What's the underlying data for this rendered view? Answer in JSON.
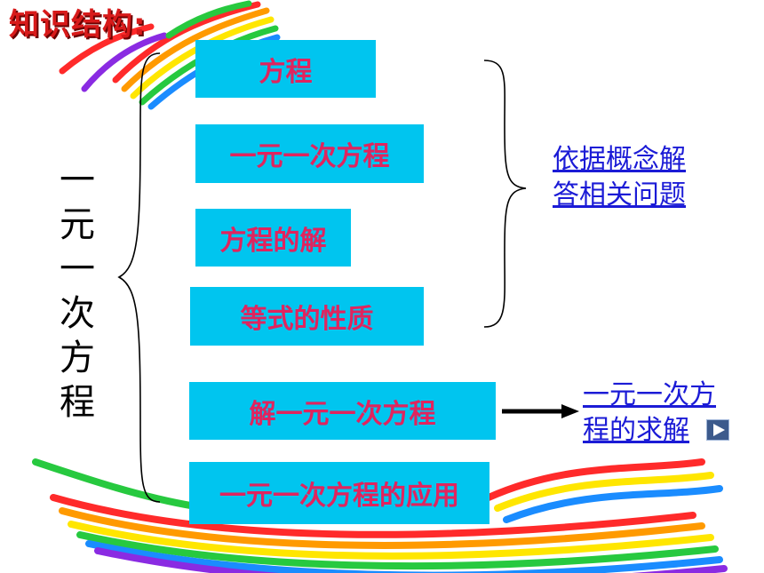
{
  "title": "知识结构:",
  "topic_vertical": "一元一次方程",
  "boxes": [
    {
      "label": "方程"
    },
    {
      "label": "一元一次方程"
    },
    {
      "label": "方程的解"
    },
    {
      "label": "等式的性质"
    },
    {
      "label": "解一元一次方程"
    },
    {
      "label": "一元一次方程的应用"
    }
  ],
  "links": {
    "concept_line1": "依据概念解",
    "concept_line2": "答相关问题",
    "solve_line1": "一元一次方",
    "solve_line2": "程的求解"
  },
  "colors": {
    "box_bg": "#00c5ef",
    "box_text": "#e0245e",
    "title": "#d81a1a",
    "link": "#1b1bd6"
  },
  "icons": [
    "play-icon",
    "arrow-right-icon",
    "left-brace-icon",
    "right-brace-icon"
  ]
}
